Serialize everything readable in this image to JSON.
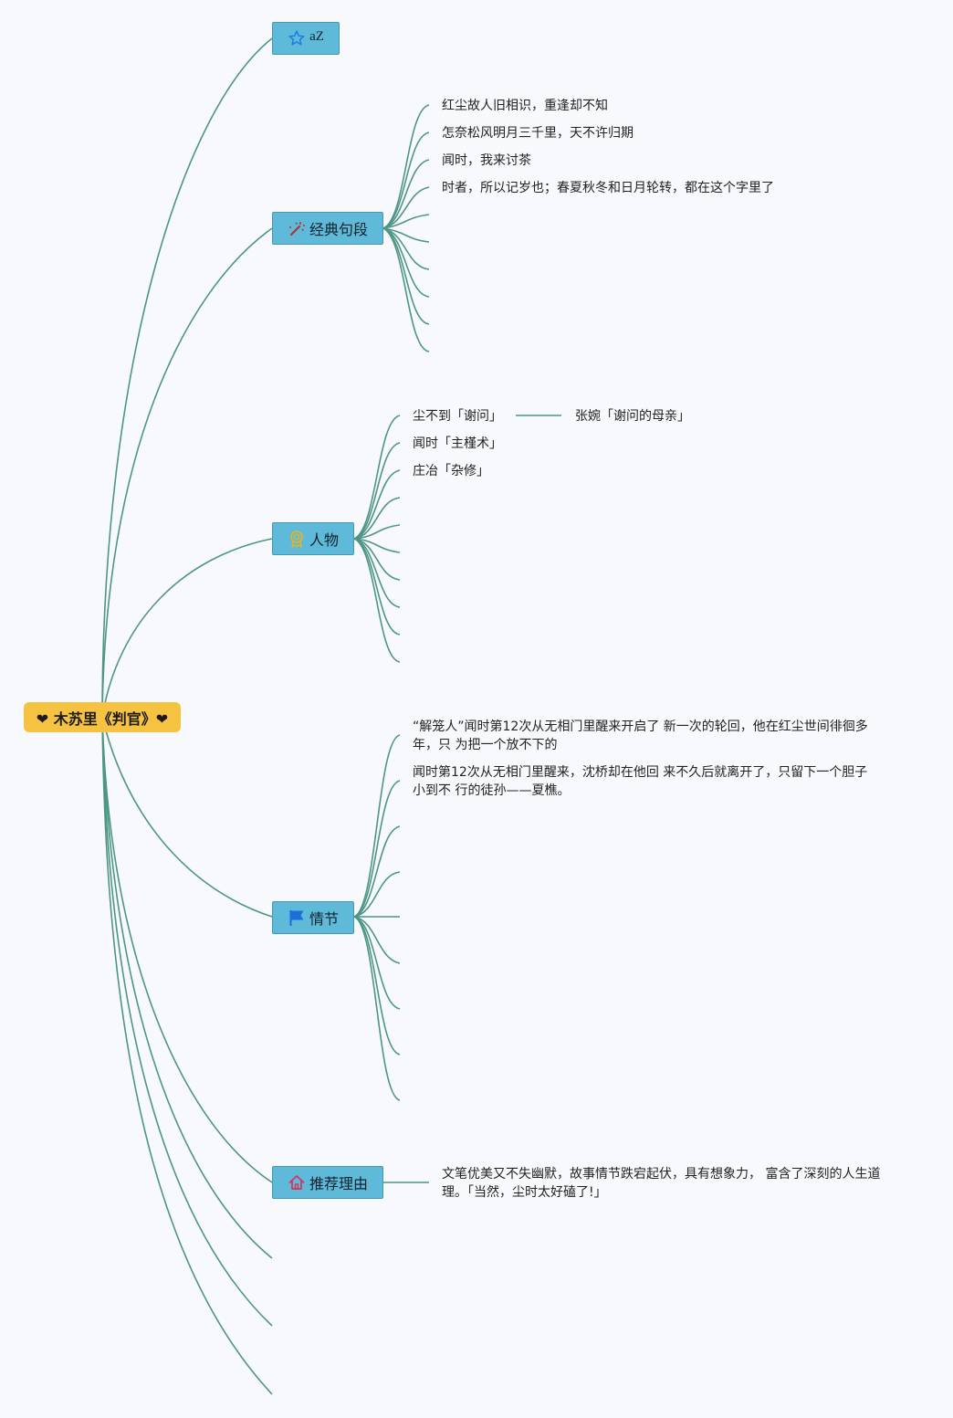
{
  "root": {
    "label": "❤ 木苏里《判官》❤"
  },
  "branches": [
    {
      "label": "aZ",
      "icon": "star-icon",
      "items": []
    },
    {
      "label": "经典句段",
      "icon": "magic-wand-icon",
      "items": [
        "红尘故人旧相识，重逢却不知",
        "怎奈松风明月三千里，天不许归期",
        "闻时，我来讨茶",
        "时者，所以记岁也；春夏秋冬和日月轮转，都在这个字里了"
      ]
    },
    {
      "label": "人物",
      "icon": "award-icon",
      "items": [
        {
          "text": "尘不到「谢问」",
          "child": "张婉「谢问的母亲」"
        },
        {
          "text": "闻时「主槿术」"
        },
        {
          "text": "庄冶「杂修」"
        }
      ]
    },
    {
      "label": "情节",
      "icon": "flag-icon",
      "items": [
        "“解笼人”闻时第12次从无相门里醒来开启了 新一次的轮回，他在红尘世间徘徊多年，只 为把一个放不下的",
        "闻时第12次从无相门里醒来，沈桥却在他回 来不久后就离开了，只留下一个胆子小到不 行的徒孙——夏樵。"
      ]
    },
    {
      "label": "推荐理由",
      "icon": "home-icon",
      "items": [
        "文笔优美又不失幽默，故事情节跌宕起伏，具有想象力， 富含了深刻的人生道理。「当然，尘时太好磕了!」"
      ]
    }
  ]
}
